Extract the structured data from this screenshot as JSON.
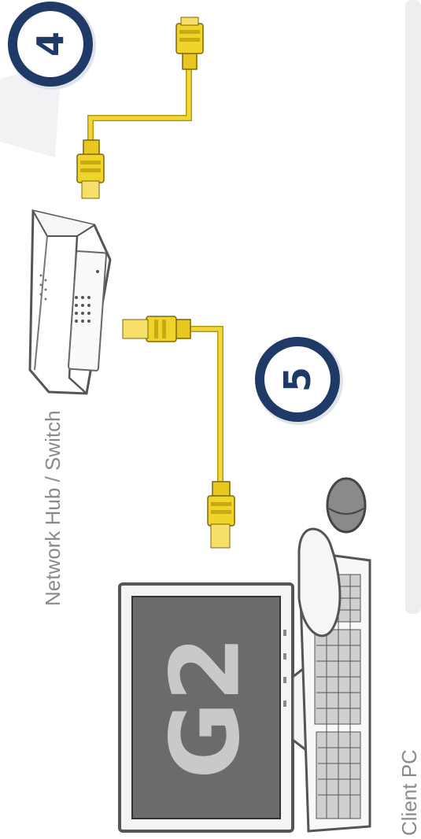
{
  "diagram": {
    "steps": [
      "4",
      "5"
    ],
    "labels": {
      "hub": "Network Hub / Switch",
      "client": "Client PC",
      "screen_logo": "G2"
    },
    "colors": {
      "cable": "#e8c81e",
      "cable_dark": "#b89a10",
      "badge_ring": "#1f3a66",
      "badge_fill": "#ffffff",
      "monitor_screen": "#6b6b6b",
      "label_gray": "#8a8a8a",
      "panel": "#f0f0f2"
    },
    "icons": [
      "network-hub-icon",
      "client-pc-icon",
      "ethernet-cable-icon",
      "mouse-icon",
      "keyboard-icon"
    ]
  }
}
